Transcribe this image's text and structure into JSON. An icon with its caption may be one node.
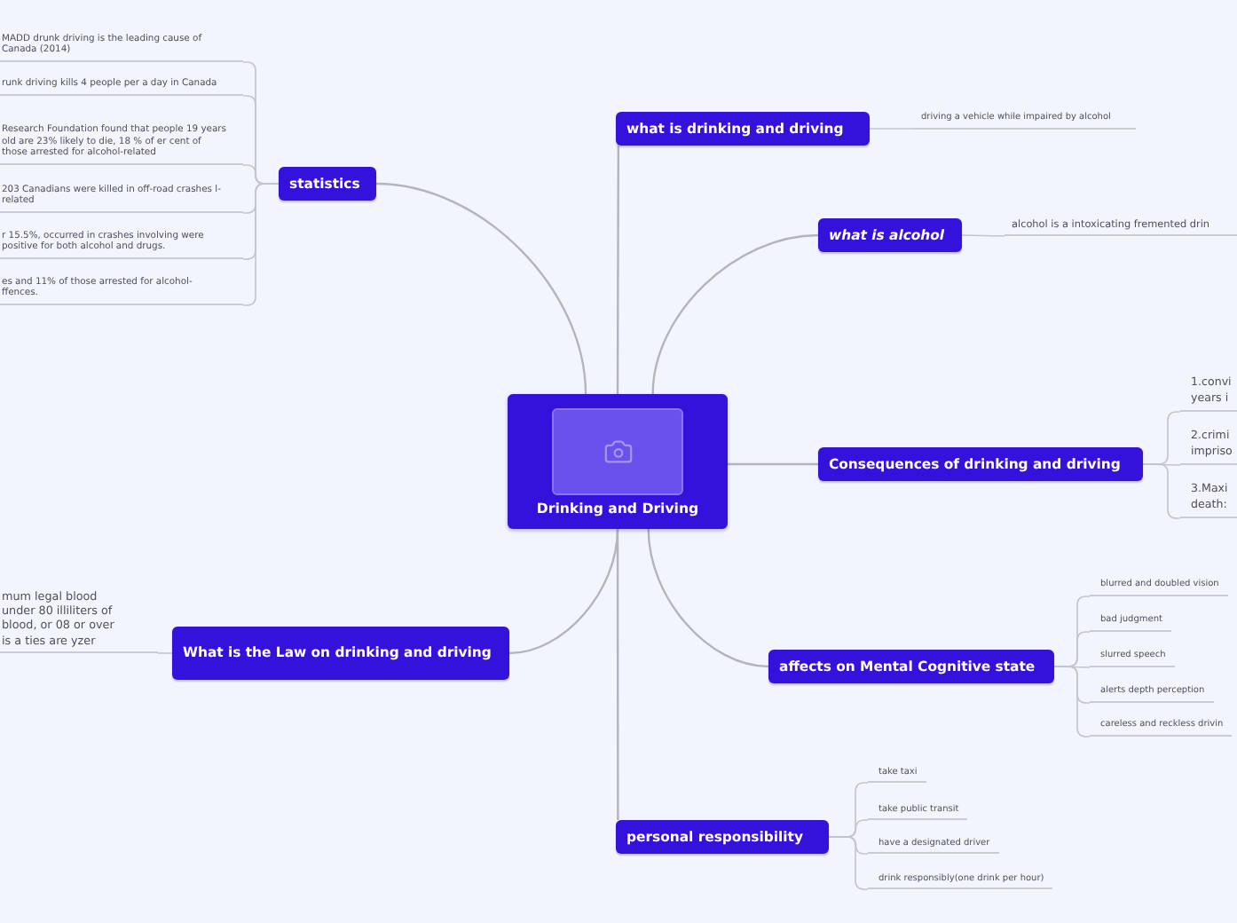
{
  "diagram": {
    "nodes": [
      {
        "text": [
          "Drinking and Driving"
        ]
      },
      {
        "text": [
          "statistics"
        ]
      },
      {
        "text": [
          "MADD drunk driving is the leading cause of Canada (2014)"
        ]
      },
      {
        "text": [
          "runk driving kills 4 people per a day in Canada"
        ]
      },
      {
        "text": [
          "Research Foundation found that people 19 years old are 23% likely to die, 18 % of er cent of those arrested for alcohol-related"
        ]
      },
      {
        "text": [
          "203 Canadians were killed in off-road crashes l-related"
        ]
      },
      {
        "text": [
          "r 15.5%, occurred in crashes involving were positive for both alcohol and drugs."
        ]
      },
      {
        "text": [
          "es and 11% of those arrested for alcohol- ffences."
        ]
      },
      {
        "text": [
          "What is the Law on drinking and driving"
        ]
      },
      {
        "text": [
          "mum legal blood under 80 illiliters of blood, or 08 or over is a ties are yzer"
        ]
      },
      {
        "text": [
          "what is drinking and driving"
        ]
      },
      {
        "text": [
          "driving a vehicle while impaired by alcohol"
        ]
      },
      {
        "text": [
          "what is alcohol"
        ]
      },
      {
        "text": [
          "alcohol is a intoxicating fremented drin"
        ]
      },
      {
        "text": [
          "Consequences of drinking and driving"
        ]
      },
      {
        "text": [
          "1.convi years i"
        ]
      },
      {
        "text": [
          "2.crimi impriso"
        ]
      },
      {
        "text": [
          "3.Maxi death:"
        ]
      },
      {
        "text": [
          "affects on Mental Cognitive state"
        ]
      },
      {
        "text": [
          "blurred and doubled vision"
        ]
      },
      {
        "text": [
          "bad judgment"
        ]
      },
      {
        "text": [
          "slurred speech"
        ]
      },
      {
        "text": [
          "alerts depth perception"
        ]
      },
      {
        "text": [
          "careless and reckless drivin"
        ]
      },
      {
        "text": [
          "personal responsibility"
        ]
      },
      {
        "text": [
          "take taxi"
        ]
      },
      {
        "text": [
          "take public transit"
        ]
      },
      {
        "text": [
          "have a designated driver"
        ]
      },
      {
        "text": [
          "drink responsibly(one drink per hour)"
        ]
      }
    ],
    "edges": [
      {
        "from": 0,
        "to": 1,
        "arrow": "none"
      },
      {
        "from": 1,
        "to": 2,
        "arrow": "none"
      },
      {
        "from": 1,
        "to": 3,
        "arrow": "none"
      },
      {
        "from": 1,
        "to": 4,
        "arrow": "none"
      },
      {
        "from": 1,
        "to": 5,
        "arrow": "none"
      },
      {
        "from": 1,
        "to": 6,
        "arrow": "none"
      },
      {
        "from": 1,
        "to": 7,
        "arrow": "none"
      },
      {
        "from": 0,
        "to": 8,
        "arrow": "none"
      },
      {
        "from": 8,
        "to": 9,
        "arrow": "none"
      },
      {
        "from": 0,
        "to": 10,
        "arrow": "none"
      },
      {
        "from": 10,
        "to": 11,
        "arrow": "none"
      },
      {
        "from": 0,
        "to": 12,
        "arrow": "none"
      },
      {
        "from": 12,
        "to": 13,
        "arrow": "none"
      },
      {
        "from": 0,
        "to": 14,
        "arrow": "none"
      },
      {
        "from": 14,
        "to": 15,
        "arrow": "none"
      },
      {
        "from": 14,
        "to": 16,
        "arrow": "none"
      },
      {
        "from": 14,
        "to": 17,
        "arrow": "none"
      },
      {
        "from": 0,
        "to": 18,
        "arrow": "none"
      },
      {
        "from": 18,
        "to": 19,
        "arrow": "none"
      },
      {
        "from": 18,
        "to": 20,
        "arrow": "none"
      },
      {
        "from": 18,
        "to": 21,
        "arrow": "none"
      },
      {
        "from": 18,
        "to": 22,
        "arrow": "none"
      },
      {
        "from": 18,
        "to": 23,
        "arrow": "none"
      },
      {
        "from": 0,
        "to": 24,
        "arrow": "none"
      },
      {
        "from": 24,
        "to": 25,
        "arrow": "none"
      },
      {
        "from": 24,
        "to": 26,
        "arrow": "none"
      },
      {
        "from": 24,
        "to": 27,
        "arrow": "none"
      },
      {
        "from": 24,
        "to": 28,
        "arrow": "none"
      }
    ]
  }
}
